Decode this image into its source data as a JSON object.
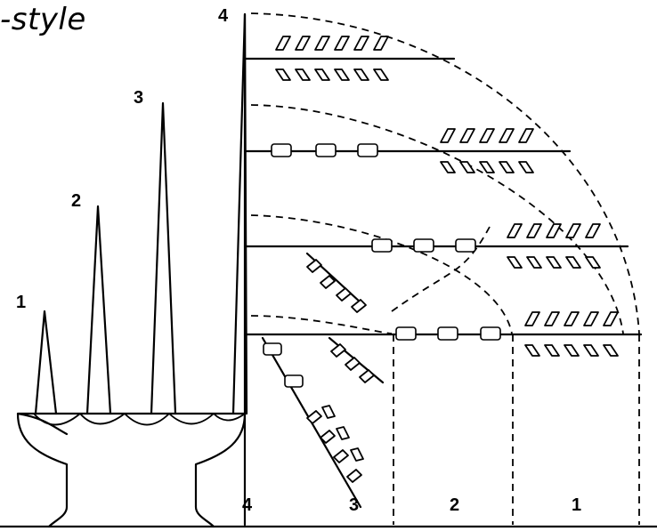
{
  "diagram": {
    "title_fragment": "-style",
    "shoot_labels": [
      "1",
      "2",
      "3",
      "4"
    ],
    "zone_labels": [
      "4",
      "3",
      "2",
      "1"
    ],
    "colors": {
      "ink": "#000000",
      "paper": "#ffffff"
    }
  }
}
